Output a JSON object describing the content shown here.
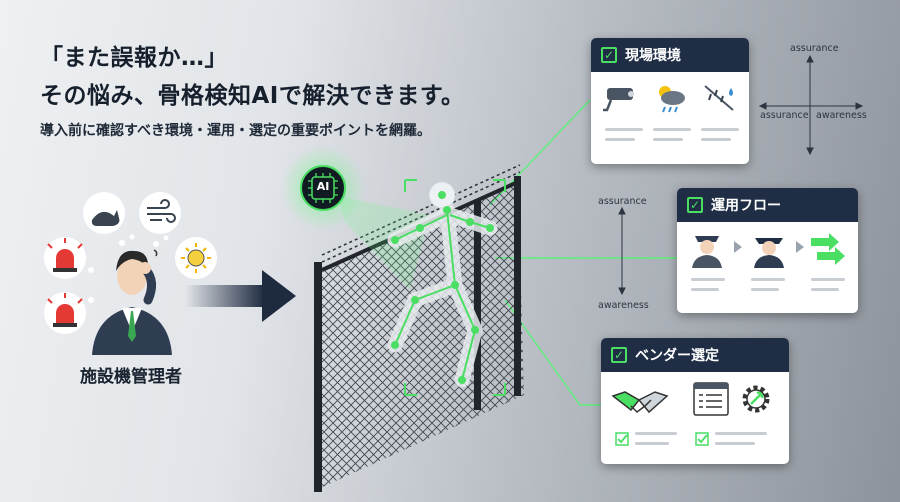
{
  "headline": {
    "line1": "「また誤報か…」",
    "line2": "その悩み、骨格検知AIで解決できます。",
    "subtitle": "導入前に確認すべき環境・運用・選定の重要ポイントを網羅。"
  },
  "persona": {
    "label": "施設機管理者"
  },
  "ai_badge": {
    "label": "AI"
  },
  "cards": [
    {
      "title": "現場環境",
      "icons": [
        "security-camera-icon",
        "weather-icon",
        "rain-icon"
      ]
    },
    {
      "title": "運用フロー",
      "icons": [
        "guard-icon",
        "officer-icon",
        "arrows-icon"
      ]
    },
    {
      "title": "ベンダー選定",
      "icons": [
        "handshake-icon",
        "checklist-window-icon",
        "gear-icon"
      ]
    }
  ],
  "quadrant_top": {
    "top": "assurance",
    "left": "assurance",
    "right": "awareness"
  },
  "quadrant_mid": {
    "top": "assurance",
    "bottom": "awareness"
  },
  "thought_icons": [
    "cat-icon",
    "wind-icon",
    "siren-icon",
    "sun-icon",
    "siren-icon"
  ],
  "colors": {
    "accent": "#4ade63",
    "card_header": "#1f2e45",
    "text": "#16202d"
  }
}
